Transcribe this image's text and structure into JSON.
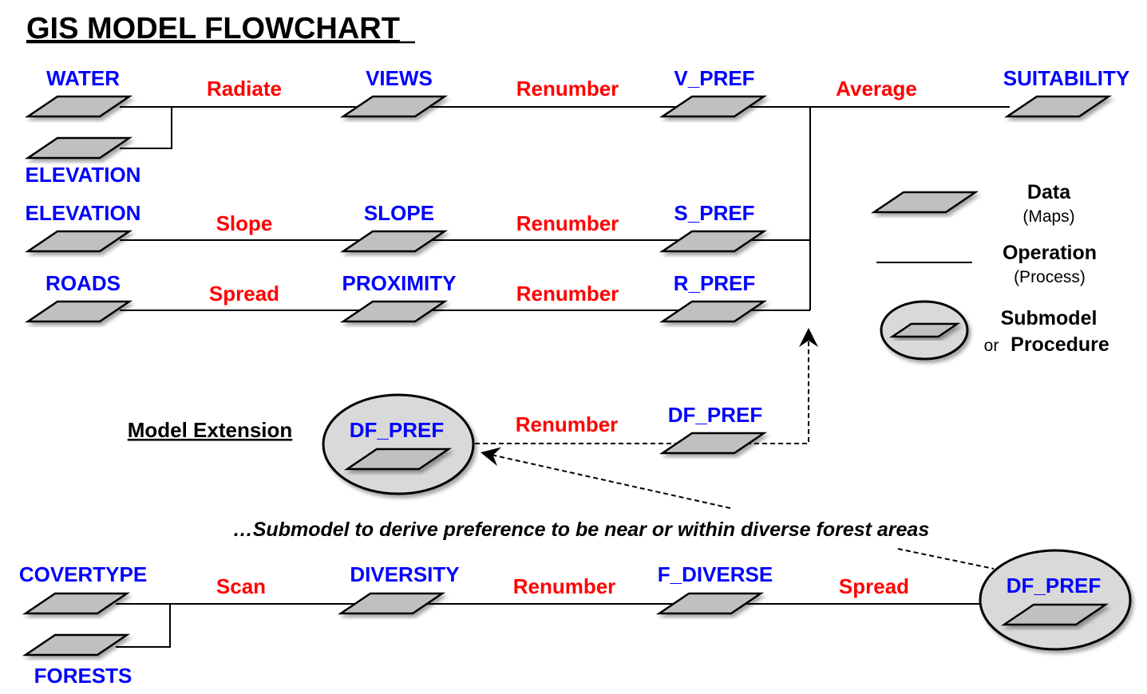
{
  "title": "GIS MODEL FLOWCHART",
  "rows": {
    "water": {
      "input1": "WATER",
      "input2": "ELEVATION",
      "op1": "Radiate",
      "out1": "VIEWS",
      "op2": "Renumber",
      "out2": "V_PREF"
    },
    "slope": {
      "input1": "ELEVATION",
      "op1": "Slope",
      "out1": "SLOPE",
      "op2": "Renumber",
      "out2": "S_PREF"
    },
    "roads": {
      "input1": "ROADS",
      "op1": "Spread",
      "out1": "PROXIMITY",
      "op2": "Renumber",
      "out2": "R_PREF"
    },
    "final": {
      "op": "Average",
      "out": "SUITABILITY"
    }
  },
  "extension": {
    "label": "Model Extension",
    "submodel": "DF_PREF",
    "op": "Renumber",
    "out": "DF_PREF"
  },
  "submodel_caption": "…Submodel to derive preference to be near or within diverse forest areas",
  "forest": {
    "input1": "COVERTYPE",
    "input2": "FORESTS",
    "op1": "Scan",
    "out1": "DIVERSITY",
    "op2": "Renumber",
    "out2": "F_DIVERSE",
    "op3": "Spread",
    "submodel": "DF_PREF"
  },
  "legend": {
    "data": "Data",
    "data_sub": "(Maps)",
    "operation": "Operation",
    "operation_sub": "(Process)",
    "submodel": "Submodel",
    "submodel_or": "or",
    "submodel_sub": "Procedure"
  }
}
